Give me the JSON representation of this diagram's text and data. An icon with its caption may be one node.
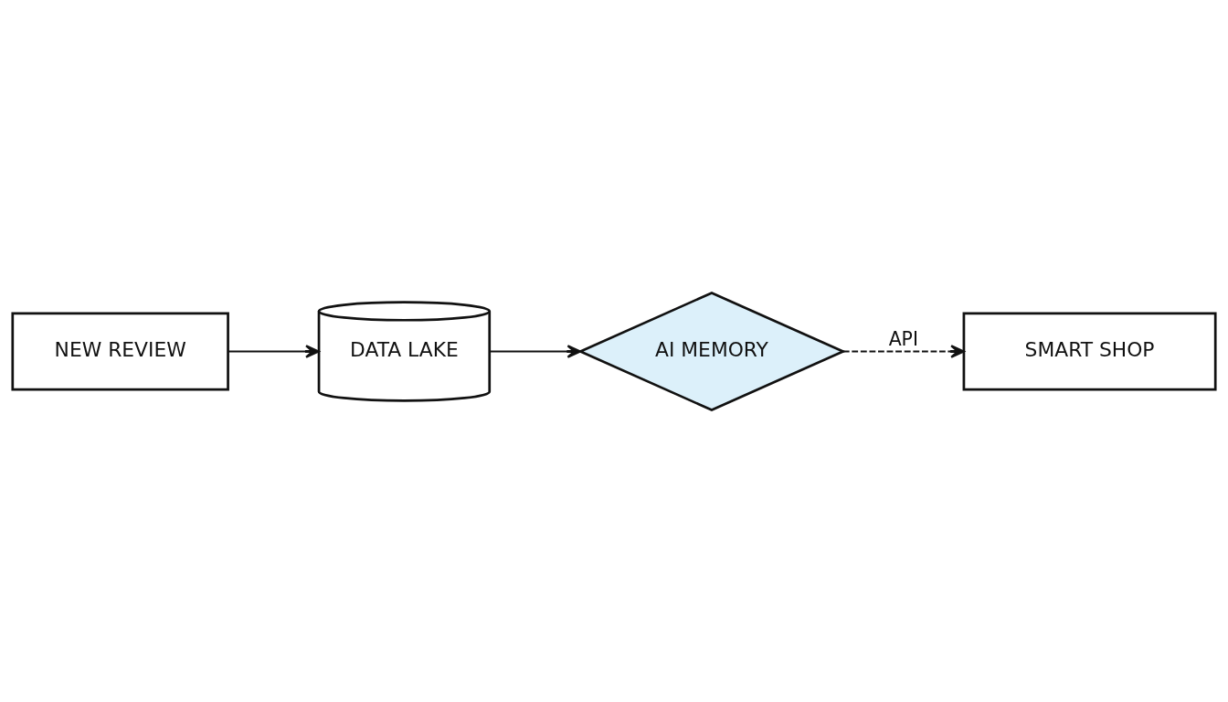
{
  "diagram": {
    "nodes": [
      {
        "text": [
          "NEW REVIEW"
        ]
      },
      {
        "text": [
          "DATA LAKE"
        ]
      },
      {
        "text": [
          "AI MEMORY"
        ]
      },
      {
        "text": [
          "SMART SHOP"
        ]
      }
    ],
    "edges": [
      {
        "from": 0,
        "to": 1,
        "arrow": "to"
      },
      {
        "from": 1,
        "to": 2,
        "arrow": "to"
      },
      {
        "from": 2,
        "to": 3,
        "arrow": "to",
        "label": "API",
        "style": "dashed"
      }
    ]
  }
}
